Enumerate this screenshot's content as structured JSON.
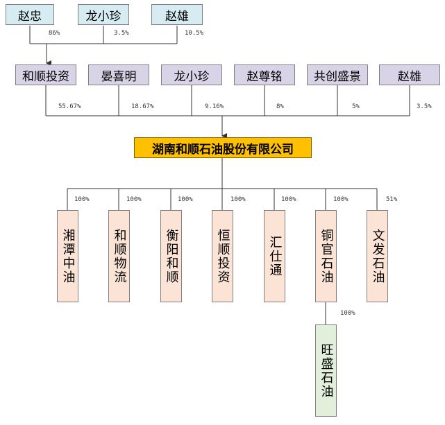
{
  "colors": {
    "top_owner_fill": "#d6ecf2",
    "holder_fill": "#d8d3e6",
    "company_fill": "#ffc000",
    "subsidiary_fill": "#fbe4d6",
    "sub_subsidiary_fill": "#e2efda",
    "line": "#333333"
  },
  "top_owners": [
    {
      "name": "赵忠",
      "pct": "86%"
    },
    {
      "name": "龙小珍",
      "pct": "3.5%"
    },
    {
      "name": "赵雄",
      "pct": "10.5%"
    }
  ],
  "shareholders": [
    {
      "name": "和顺投资",
      "pct": "55.67%"
    },
    {
      "name": "晏喜明",
      "pct": "18.67%"
    },
    {
      "name": "龙小珍",
      "pct": "9.16%"
    },
    {
      "name": "赵尊铭",
      "pct": "8%"
    },
    {
      "name": "共创盛景",
      "pct": "5%"
    },
    {
      "name": "赵雄",
      "pct": "3.5%"
    }
  ],
  "company": {
    "name": "湖南和顺石油股份有限公司"
  },
  "subsidiaries": [
    {
      "name": "湘潭中油",
      "pct": "100%"
    },
    {
      "name": "和顺物流",
      "pct": "100%"
    },
    {
      "name": "衡阳和顺",
      "pct": "100%"
    },
    {
      "name": "恒顺投资",
      "pct": "100%"
    },
    {
      "name": "汇仕通",
      "pct": "100%"
    },
    {
      "name": "铜官石油",
      "pct": "100%"
    },
    {
      "name": "文发石油",
      "pct": "51%"
    }
  ],
  "sub_subsidiary": {
    "name": "旺盛石油",
    "pct": "100%"
  }
}
